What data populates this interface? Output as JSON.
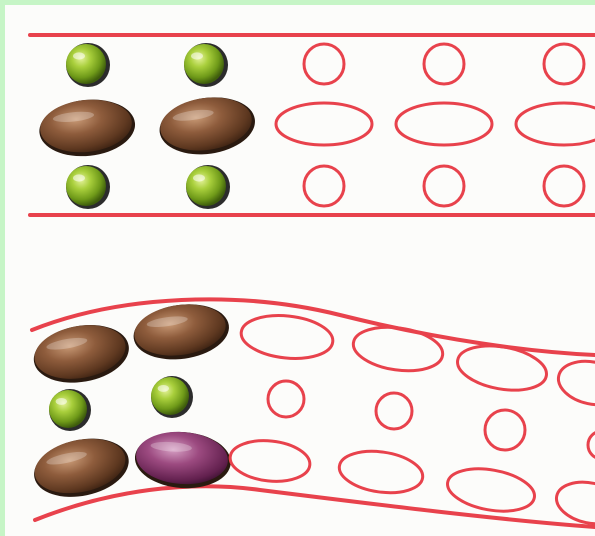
{
  "colors": {
    "frame_background": "#c6f5c6",
    "board_background": "#fcfcfa",
    "outline": "#e8424c",
    "pea": "#7fae1f",
    "brown_bean": "#7a4a2e",
    "purple_bean": "#8a3a6e"
  },
  "puzzles": [
    {
      "id": "straight-row",
      "shape": "straight",
      "pieces": [
        "pea",
        "pea",
        "brown-bean",
        "brown-bean",
        "pea",
        "pea"
      ],
      "empty_round_slots": 6,
      "empty_oval_slots": 3
    },
    {
      "id": "curved-row",
      "shape": "curved",
      "pieces": [
        "brown-bean",
        "brown-bean",
        "pea",
        "pea",
        "brown-bean",
        "purple-bean"
      ],
      "empty_round_slots": 4,
      "empty_oval_slots": 8
    }
  ],
  "icons": {
    "pea": "pea-icon",
    "brown_bean": "brown-bean-icon",
    "purple_bean": "purple-bean-icon"
  }
}
